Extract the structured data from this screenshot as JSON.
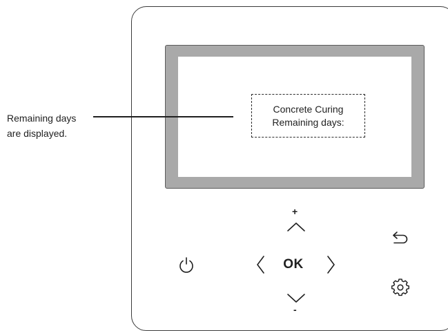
{
  "screen": {
    "line1": "Concrete Curing",
    "line2": "Remaining days:"
  },
  "callout": {
    "line1": "Remaining days",
    "line2": "are displayed."
  },
  "controls": {
    "ok_label": "OK",
    "plus_label": "+",
    "minus_label": "-"
  },
  "icons": {
    "power": "power-icon",
    "back": "back-arrow-icon",
    "settings": "gear-icon",
    "up": "chevron-up-icon",
    "down": "chevron-down-icon",
    "left": "chevron-left-icon",
    "right": "chevron-right-icon"
  },
  "colors": {
    "screen_bezel": "#a9a9a9",
    "outline": "#1f1f1f"
  }
}
